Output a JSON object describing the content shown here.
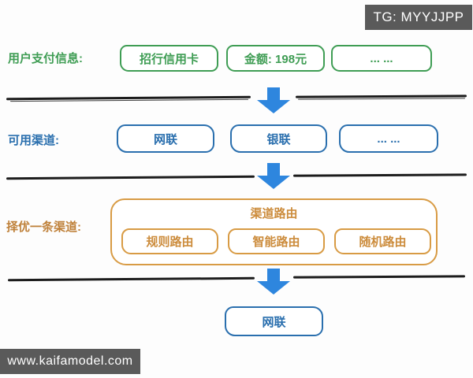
{
  "badges": {
    "tg": "TG: MYYJJPP",
    "site": "www.kaifamodel.com"
  },
  "colors": {
    "green": "#3f9d54",
    "blue": "#2a6fae",
    "orange": "#d89b44",
    "arrow_blue": "#2e86de",
    "divider": "#1c1c1c",
    "badge_background": "#5a5a5a"
  },
  "flow": {
    "payment_info": {
      "label": "用户支付信息:",
      "items": [
        "招行信用卡",
        "金额: 198元",
        "... ..."
      ]
    },
    "available_channels": {
      "label": "可用渠道:",
      "items": [
        "网联",
        "银联",
        "... ..."
      ]
    },
    "routing": {
      "label": "择优一条渠道:",
      "group_title": "渠道路由",
      "items": [
        "规则路由",
        "智能路由",
        "随机路由"
      ]
    },
    "selected_channel": {
      "item": "网联"
    }
  }
}
